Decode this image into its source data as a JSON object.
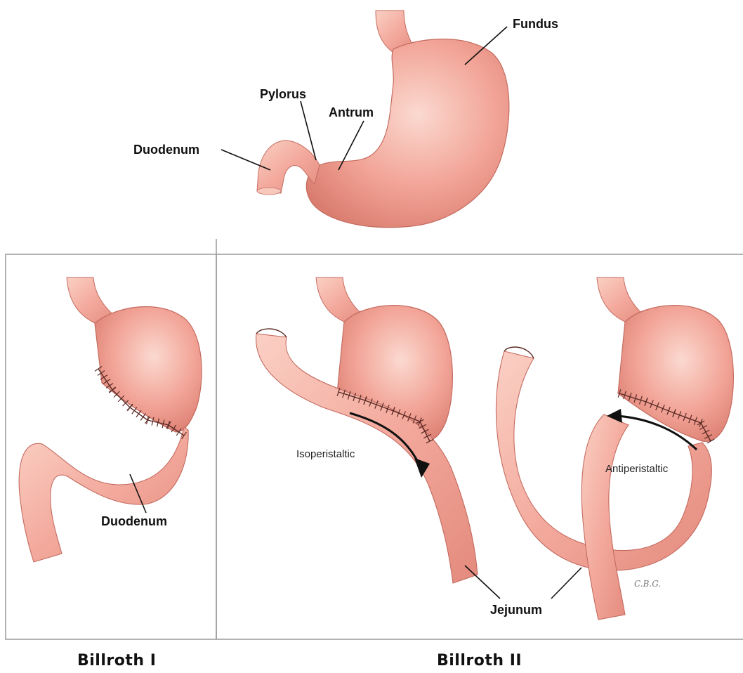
{
  "labels": {
    "fundus": "Fundus",
    "pylorus": "Pylorus",
    "antrum": "Antrum",
    "duodenum_top": "Duodenum",
    "duodenum_b1": "Duodenum",
    "isoperistaltic": "Isoperistaltic",
    "antiperistaltic": "Antiperistaltic",
    "jejunum": "Jejunum"
  },
  "captions": {
    "billroth1": "Billroth I",
    "billroth2": "Billroth II"
  },
  "signature": "C.B.G.",
  "colors": {
    "tissue": "#f1a99c",
    "tissue_dark": "#dc7f72",
    "tissue_light": "#fbd3c8",
    "outline": "#c46b60",
    "frame": "#9a9a9a",
    "suture": "#5a2a25",
    "leader": "#111111"
  }
}
